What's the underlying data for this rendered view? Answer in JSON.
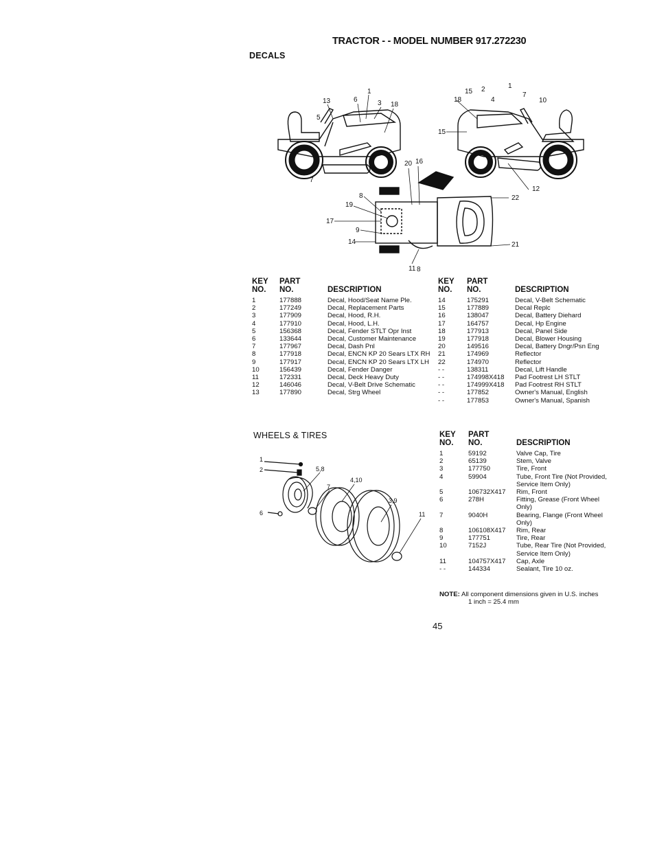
{
  "page_title": "TRACTOR - - MODEL NUMBER 917.272230",
  "decals": {
    "heading": "DECALS",
    "callouts_side": [
      "13",
      "6",
      "1",
      "3",
      "18",
      "5",
      "7",
      "15",
      "2",
      "4",
      "1",
      "7",
      "10",
      "18",
      "15",
      "12"
    ],
    "callouts_top": [
      "20",
      "16",
      "8",
      "19",
      "17",
      "9",
      "14",
      "11",
      "8",
      "22",
      "21"
    ],
    "col_key": [
      "KEY",
      "NO."
    ],
    "col_part": [
      "PART",
      "NO."
    ],
    "col_desc": "DESCRIPTION",
    "left_rows": [
      {
        "key": "1",
        "part": "177888",
        "desc": "Decal, Hood/Seat Name Ple."
      },
      {
        "key": "2",
        "part": "177249",
        "desc": "Decal, Replacement Parts"
      },
      {
        "key": "3",
        "part": "177909",
        "desc": "Decal, Hood, R.H."
      },
      {
        "key": "4",
        "part": "177910",
        "desc": "Decal, Hood, L.H."
      },
      {
        "key": "5",
        "part": "156368",
        "desc": "Decal, Fender STLT Opr Inst"
      },
      {
        "key": "6",
        "part": "133644",
        "desc": "Decal, Customer Maintenance"
      },
      {
        "key": "7",
        "part": "177967",
        "desc": "Decal, Dash Pnl"
      },
      {
        "key": "8",
        "part": "177918",
        "desc": "Decal, ENCN KP 20 Sears LTX RH"
      },
      {
        "key": "9",
        "part": "177917",
        "desc": "Decal, ENCN KP 20 Sears LTX LH"
      },
      {
        "key": "10",
        "part": "156439",
        "desc": "Decal, Fender Danger"
      },
      {
        "key": "11",
        "part": "172331",
        "desc": "Decal, Deck Heavy Duty"
      },
      {
        "key": "12",
        "part": "146046",
        "desc": "Decal, V-Belt Drive Schematic"
      },
      {
        "key": "13",
        "part": "177890",
        "desc": "Decal, Strg Wheel"
      }
    ],
    "right_rows": [
      {
        "key": "14",
        "part": "175291",
        "desc": "Decal, V-Belt Schematic"
      },
      {
        "key": "15",
        "part": "177889",
        "desc": "Decal Replc"
      },
      {
        "key": "16",
        "part": "138047",
        "desc": "Decal, Battery Diehard"
      },
      {
        "key": "17",
        "part": "164757",
        "desc": "Decal, Hp Engine"
      },
      {
        "key": "18",
        "part": "177913",
        "desc": "Decal, Panel Side"
      },
      {
        "key": "19",
        "part": "177918",
        "desc": "Decal, Blower Housing"
      },
      {
        "key": "20",
        "part": "149516",
        "desc": "Decal, Battery Dngr/Psn Eng"
      },
      {
        "key": "21",
        "part": "174969",
        "desc": "Reflector"
      },
      {
        "key": "22",
        "part": "174970",
        "desc": "Reflector"
      },
      {
        "key": "- -",
        "part": "138311",
        "desc": "Decal, Lift Handle"
      },
      {
        "key": "- -",
        "part": "174998X418",
        "desc": "Pad Footrest LH STLT"
      },
      {
        "key": "- -",
        "part": "174999X418",
        "desc": "Pad Footrest RH STLT"
      },
      {
        "key": "- -",
        "part": "177852",
        "desc": "Owner's Manual, English"
      },
      {
        "key": "- -",
        "part": "177853",
        "desc": "Owner's Manual, Spanish"
      }
    ]
  },
  "wheels": {
    "heading": "WHEELS & TIRES",
    "callouts": [
      "1",
      "2",
      "5,8",
      "4,10",
      "7",
      "3,9",
      "6",
      "11"
    ],
    "col_key": [
      "KEY",
      "NO."
    ],
    "col_part": [
      "PART",
      "NO."
    ],
    "col_desc": "DESCRIPTION",
    "rows": [
      {
        "key": "1",
        "part": "59192",
        "desc": "Valve Cap, Tire"
      },
      {
        "key": "2",
        "part": "65139",
        "desc": "Stem, Valve"
      },
      {
        "key": "3",
        "part": "177750",
        "desc": "Tire, Front"
      },
      {
        "key": "4",
        "part": "59904",
        "desc": "Tube, Front Tire (Not Provided, Service Item Only)"
      },
      {
        "key": "5",
        "part": "106732X417",
        "desc": "Rim, Front"
      },
      {
        "key": "6",
        "part": "278H",
        "desc": "Fitting, Grease (Front Wheel Only)"
      },
      {
        "key": "7",
        "part": "9040H",
        "desc": "Bearing, Flange (Front Wheel Only)"
      },
      {
        "key": "8",
        "part": "106108X417",
        "desc": "Rim, Rear"
      },
      {
        "key": "9",
        "part": "177751",
        "desc": "Tire, Rear"
      },
      {
        "key": "10",
        "part": "7152J",
        "desc": "Tube, Rear Tire (Not Provided, Service Item Only)"
      },
      {
        "key": "11",
        "part": "104757X417",
        "desc": "Cap, Axle"
      },
      {
        "key": "- -",
        "part": "144334",
        "desc": "Sealant, Tire 10 oz."
      }
    ],
    "note_label": "NOTE:",
    "note_line1": "All component dimensions given in U.S. inches",
    "note_line2": "1 inch = 25.4 mm"
  },
  "page_number": "45"
}
